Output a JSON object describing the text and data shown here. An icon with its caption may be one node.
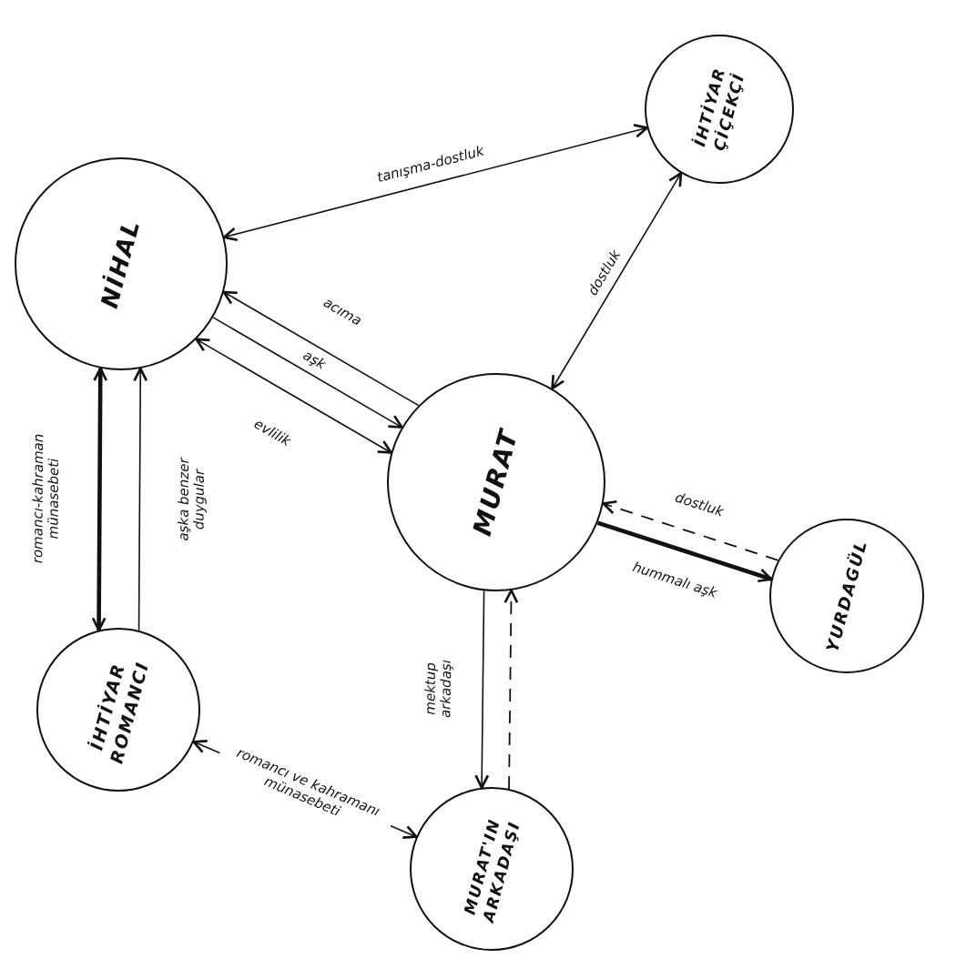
{
  "diagram": {
    "nodes": [
      {
        "text": [
          "NİHAL"
        ]
      },
      {
        "text": [
          "İHTİYAR ÇİÇEKÇİ"
        ]
      },
      {
        "text": [
          "MURAT"
        ]
      },
      {
        "text": [
          "YURDAGÜL"
        ]
      },
      {
        "text": [
          "MURAT'IN ARKADAŞI"
        ]
      },
      {
        "text": [
          "İHTİYAR ROMANCI"
        ]
      }
    ],
    "edges": [
      {
        "from": 0,
        "to": 1,
        "arrow": "both",
        "label": "tanışma-dostluk"
      },
      {
        "from": 1,
        "to": 2,
        "arrow": "both",
        "label": "dostluk"
      },
      {
        "from": 2,
        "to": 0,
        "arrow": "to",
        "label": "acıma"
      },
      {
        "from": 0,
        "to": 2,
        "arrow": "to",
        "label": "aşk"
      },
      {
        "from": 0,
        "to": 2,
        "arrow": "both",
        "label": "evlilik"
      },
      {
        "from": 0,
        "to": 5,
        "arrow": "both",
        "label": "romancı-kahraman münasebeti",
        "style": "thick"
      },
      {
        "from": 5,
        "to": 0,
        "arrow": "to",
        "label": "aşka benzer duygular"
      },
      {
        "from": 2,
        "to": 3,
        "arrow": "to",
        "label": "hummalı aşk",
        "style": "thick"
      },
      {
        "from": 3,
        "to": 2,
        "arrow": "to",
        "label": "dostluk",
        "style": "dashed"
      },
      {
        "from": 2,
        "to": 4,
        "arrow": "to",
        "label": "mektup arkadaşı"
      },
      {
        "from": 4,
        "to": 2,
        "arrow": "to",
        "style": "dashed"
      },
      {
        "from": 5,
        "to": 4,
        "arrow": "both",
        "label": "romancı ve kahramanı münasebeti"
      }
    ]
  }
}
